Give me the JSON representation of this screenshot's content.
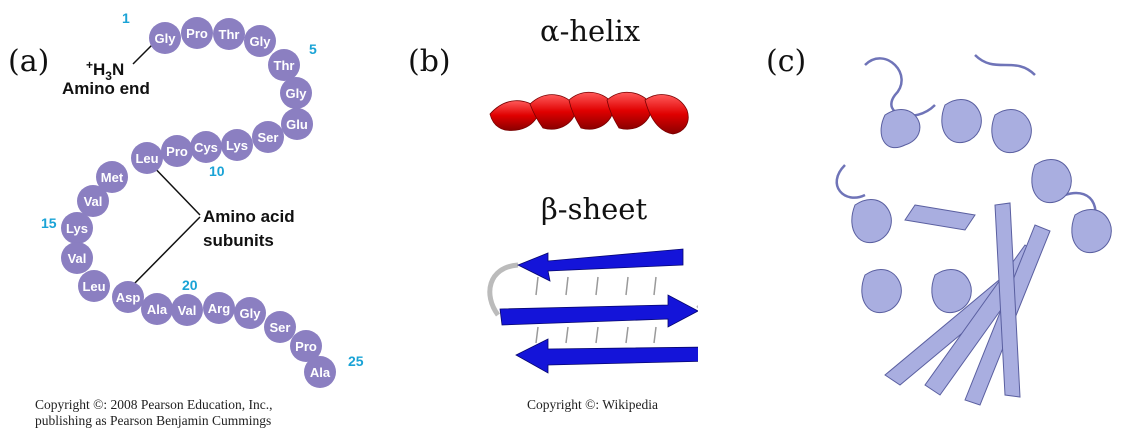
{
  "panels": {
    "a": {
      "label": "(a)"
    },
    "b": {
      "label": "(b)"
    },
    "c": {
      "label": "(c)"
    }
  },
  "peptide": {
    "amino_end_superscript": "+",
    "amino_end_formula": "H",
    "amino_end_subscript": "3",
    "amino_end_n": "N",
    "amino_end_label": "Amino end",
    "subunits_label_line1": "Amino acid",
    "subunits_label_line2": "subunits",
    "residues": [
      "Gly",
      "Pro",
      "Thr",
      "Gly",
      "Thr",
      "Gly",
      "Glu",
      "Ser",
      "Lys",
      "Cys",
      "Pro",
      "Leu",
      "Met",
      "Val",
      "Lys",
      "Val",
      "Leu",
      "Asp",
      "Ala",
      "Val",
      "Arg",
      "Gly",
      "Ser",
      "Pro",
      "Ala"
    ],
    "position_numbers": [
      "1",
      "5",
      "10",
      "15",
      "20",
      "25"
    ],
    "bead_color": "#8b7fc1",
    "number_color": "#1aa3d6"
  },
  "structures": {
    "helix_title": "α-helix",
    "sheet_title": "β-sheet",
    "helix_color": "#e00000",
    "sheet_color": "#1414d9",
    "protein_color": "#a9aee0"
  },
  "copyrights": {
    "a_line1": "Copyright ©: 2008 Pearson Education, Inc.,",
    "a_line2": "publishing as Pearson Benjamin Cummings",
    "b": "Copyright ©: Wikipedia"
  }
}
